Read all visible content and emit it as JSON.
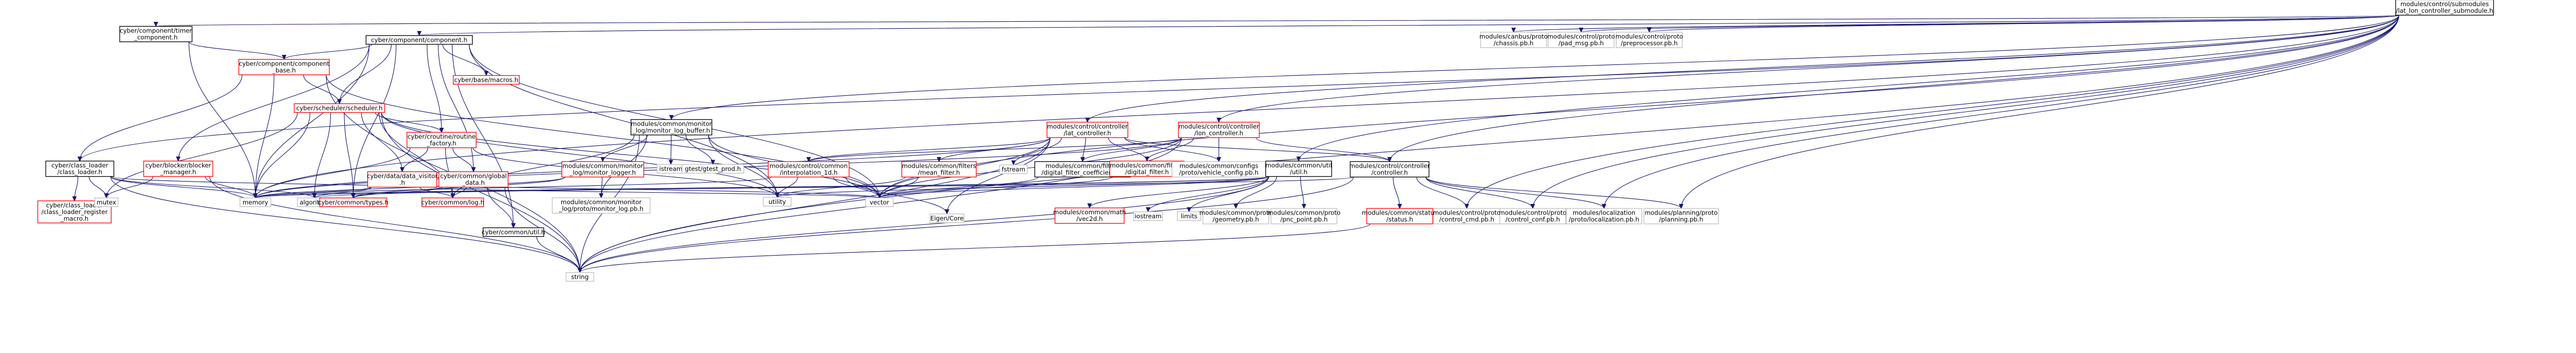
{
  "colors": {
    "edge": "#191970",
    "node_border_default": "#000000",
    "node_border_highlight": "#ff0000",
    "root_fill": "#bfbfbf",
    "node_fill": "#ffffff"
  },
  "nodes": [
    {
      "id": "root",
      "lines": [
        "modules/control/submodules",
        "/lat_lon_controller_submodule.h"
      ],
      "border": "black",
      "root": true
    },
    {
      "id": "timer",
      "lines": [
        "cyber/component/timer",
        "_component.h"
      ],
      "border": "black"
    },
    {
      "id": "component",
      "lines": [
        "cyber/component/component.h"
      ],
      "border": "black"
    },
    {
      "id": "comp_base",
      "lines": [
        "cyber/component/component",
        "_base.h"
      ],
      "border": "red"
    },
    {
      "id": "scheduler",
      "lines": [
        "cyber/scheduler/scheduler.h"
      ],
      "border": "red"
    },
    {
      "id": "class_loader",
      "lines": [
        "cyber/class_loader",
        "/class_loader.h"
      ],
      "border": "black"
    },
    {
      "id": "blocker_mgr",
      "lines": [
        "cyber/blocker/blocker",
        "_manager.h"
      ],
      "border": "red"
    },
    {
      "id": "class_loader_reg",
      "lines": [
        "cyber/class_loader",
        "/class_loader_register",
        "_macro.h"
      ],
      "border": "red"
    },
    {
      "id": "routine_factory",
      "lines": [
        "cyber/croutine/routine",
        "_factory.h"
      ],
      "border": "red"
    },
    {
      "id": "data_visitor",
      "lines": [
        "cyber/data/data_visitor",
        ".h"
      ],
      "border": "red"
    },
    {
      "id": "global_data",
      "lines": [
        "cyber/common/global",
        "_data.h"
      ],
      "border": "red"
    },
    {
      "id": "base_macros",
      "lines": [
        "cyber/base/macros.h"
      ],
      "border": "red"
    },
    {
      "id": "mutex",
      "lines": [
        "mutex"
      ],
      "border": "gray"
    },
    {
      "id": "memory",
      "lines": [
        "memory"
      ],
      "border": "gray"
    },
    {
      "id": "algorithm",
      "lines": [
        "algorithm"
      ],
      "border": "gray"
    },
    {
      "id": "types",
      "lines": [
        "cyber/common/types.h"
      ],
      "border": "red"
    },
    {
      "id": "log",
      "lines": [
        "cyber/common/log.h"
      ],
      "border": "red"
    },
    {
      "id": "util",
      "lines": [
        "cyber/common/util.h"
      ],
      "border": "black"
    },
    {
      "id": "string",
      "lines": [
        "string"
      ],
      "border": "gray"
    },
    {
      "id": "utility",
      "lines": [
        "utility"
      ],
      "border": "gray"
    },
    {
      "id": "vector",
      "lines": [
        "vector"
      ],
      "border": "gray"
    },
    {
      "id": "monitor_log_buffer",
      "lines": [
        "modules/common/monitor",
        "_log/monitor_log_buffer.h"
      ],
      "border": "black"
    },
    {
      "id": "monitor_logger",
      "lines": [
        "modules/common/monitor",
        "_log/monitor_logger.h"
      ],
      "border": "red"
    },
    {
      "id": "monitor_log_pb",
      "lines": [
        "modules/common/monitor",
        "_log/proto/monitor_log.pb.h"
      ],
      "border": "gray"
    },
    {
      "id": "istream",
      "lines": [
        "istream"
      ],
      "border": "gray"
    },
    {
      "id": "gtest_prod",
      "lines": [
        "gtest/gtest_prod.h"
      ],
      "border": "gray"
    },
    {
      "id": "interpolation_1d",
      "lines": [
        "modules/control/common",
        "/interpolation_1d.h"
      ],
      "border": "red"
    },
    {
      "id": "lat_controller",
      "lines": [
        "modules/control/controller",
        "/lat_controller.h"
      ],
      "border": "red"
    },
    {
      "id": "lon_controller",
      "lines": [
        "modules/control/controller",
        "/lon_controller.h"
      ],
      "border": "red"
    },
    {
      "id": "mean_filter",
      "lines": [
        "modules/common/filters",
        "/mean_filter.h"
      ],
      "border": "red"
    },
    {
      "id": "fstream",
      "lines": [
        "fstream"
      ],
      "border": "gray"
    },
    {
      "id": "digital_filter_coeff",
      "lines": [
        "modules/common/filters",
        "/digital_filter_coefficients.h"
      ],
      "border": "black"
    },
    {
      "id": "digital_filter",
      "lines": [
        "modules/common/filters",
        "/digital_filter.h"
      ],
      "border": "red"
    },
    {
      "id": "vehicle_config_pb",
      "lines": [
        "modules/common/configs",
        "/proto/vehicle_config.pb.h"
      ],
      "border": "gray"
    },
    {
      "id": "eigen_core",
      "lines": [
        "Eigen/Core"
      ],
      "border": "gray"
    },
    {
      "id": "common_util",
      "lines": [
        "modules/common/util",
        "/util.h"
      ],
      "border": "black"
    },
    {
      "id": "vec2d",
      "lines": [
        "modules/common/math",
        "/vec2d.h"
      ],
      "border": "red"
    },
    {
      "id": "iostream",
      "lines": [
        "iostream"
      ],
      "border": "gray"
    },
    {
      "id": "limits",
      "lines": [
        "limits"
      ],
      "border": "gray"
    },
    {
      "id": "geometry_pb",
      "lines": [
        "modules/common/proto",
        "/geometry.pb.h"
      ],
      "border": "gray"
    },
    {
      "id": "pnc_point_pb",
      "lines": [
        "modules/common/proto",
        "/pnc_point.pb.h"
      ],
      "border": "gray"
    },
    {
      "id": "controller",
      "lines": [
        "modules/control/controller",
        "/controller.h"
      ],
      "border": "black"
    },
    {
      "id": "status",
      "lines": [
        "modules/common/status",
        "/status.h"
      ],
      "border": "red"
    },
    {
      "id": "control_cmd_pb",
      "lines": [
        "modules/control/proto",
        "/control_cmd.pb.h"
      ],
      "border": "gray"
    },
    {
      "id": "control_conf_pb",
      "lines": [
        "modules/control/proto",
        "/control_conf.pb.h"
      ],
      "border": "gray"
    },
    {
      "id": "localization_pb",
      "lines": [
        "modules/localization",
        "/proto/localization.pb.h"
      ],
      "border": "gray"
    },
    {
      "id": "planning_pb",
      "lines": [
        "modules/planning/proto",
        "/planning.pb.h"
      ],
      "border": "gray"
    },
    {
      "id": "chassis_pb",
      "lines": [
        "modules/canbus/proto",
        "/chassis.pb.h"
      ],
      "border": "gray"
    },
    {
      "id": "pad_msg_pb",
      "lines": [
        "modules/control/proto",
        "/pad_msg.pb.h"
      ],
      "border": "gray"
    },
    {
      "id": "preprocessor_pb",
      "lines": [
        "modules/control/proto",
        "/preprocessor.pb.h"
      ],
      "border": "gray"
    }
  ]
}
